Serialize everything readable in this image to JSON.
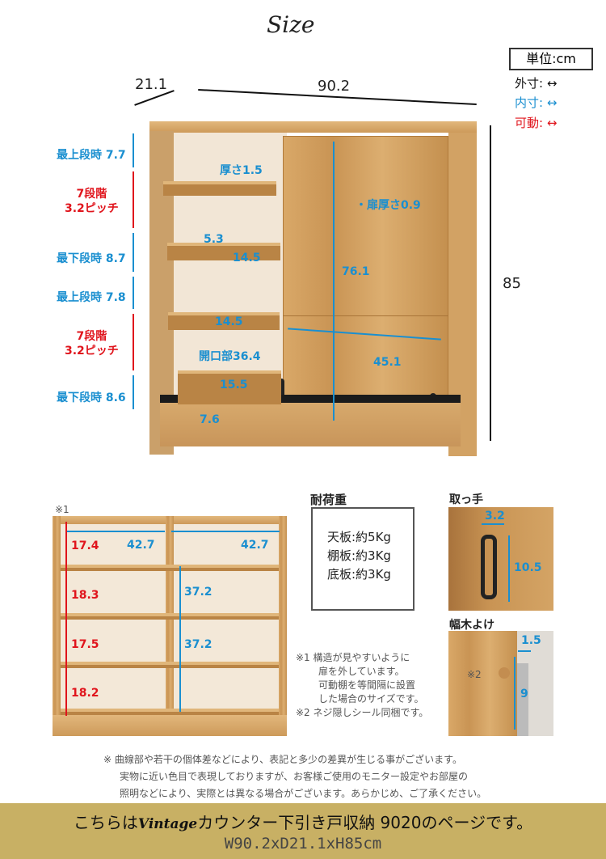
{
  "title": "Size",
  "legend": {
    "unit": "単位:cm",
    "outer": "外寸:",
    "inner": "内寸:",
    "movable": "可動:",
    "colors": {
      "outer": "#111111",
      "inner": "#1a8fd0",
      "movable": "#e0141c"
    }
  },
  "main": {
    "depth": "21.1",
    "width": "90.2",
    "height": "85",
    "thickness": "厚さ1.5",
    "door_thickness": "・扉厚さ0.9",
    "door_height": "76.1",
    "door_width": "45.1",
    "opening": "開口部36.4",
    "shelf_gap": "5.3",
    "shelf_depths": [
      "14.5",
      "14.5",
      "15.5"
    ],
    "plinth": "7.6",
    "left_labels": [
      {
        "text": "最上段時 7.7",
        "kind": "inner"
      },
      {
        "text": "7段階\n3.2ピッチ",
        "kind": "movable"
      },
      {
        "text": "最下段時 8.7",
        "kind": "inner"
      },
      {
        "text": "最上段時 7.8",
        "kind": "inner"
      },
      {
        "text": "7段階\n3.2ピッチ",
        "kind": "movable"
      },
      {
        "text": "最下段時 8.6",
        "kind": "inner"
      }
    ]
  },
  "inner_view": {
    "note_mark": "※1",
    "widths": [
      "42.7",
      "42.7"
    ],
    "left_heights": [
      "17.4",
      "18.3",
      "17.5",
      "18.2"
    ],
    "right_heights": [
      "37.2",
      "37.2"
    ]
  },
  "load": {
    "title": "耐荷重",
    "items": [
      "天板:約5Kg",
      "棚板:約3Kg",
      "底板:約3Kg"
    ]
  },
  "notes": [
    "※1 構造が見やすいように",
    "扉を外しています。",
    "可動棚を等間隔に設置",
    "した場合のサイズです。",
    "※2 ネジ隠しシール同梱です。"
  ],
  "handle": {
    "title": "取っ手",
    "width": "3.2",
    "height": "10.5"
  },
  "skirting": {
    "title": "幅木よけ",
    "mark": "※2",
    "width": "1.5",
    "height": "9"
  },
  "disclaimer": [
    "※ 曲線部や若干の個体差などにより、表記と多少の差異が生じる事がございます。",
    "実物に近い色目で表現しておりますが、お客様ご使用のモニター設定やお部屋の",
    "照明などにより、実際とは異なる場合がございます。あらかじめ、ご了承ください。"
  ],
  "footer": {
    "prefix": "こちらは",
    "brand": "Vintage",
    "product": "カウンター下引き戸収納 9020",
    "suffix": "のページです。",
    "size": "W90.2xD21.1xH85cm",
    "bg": "#c8b064"
  }
}
